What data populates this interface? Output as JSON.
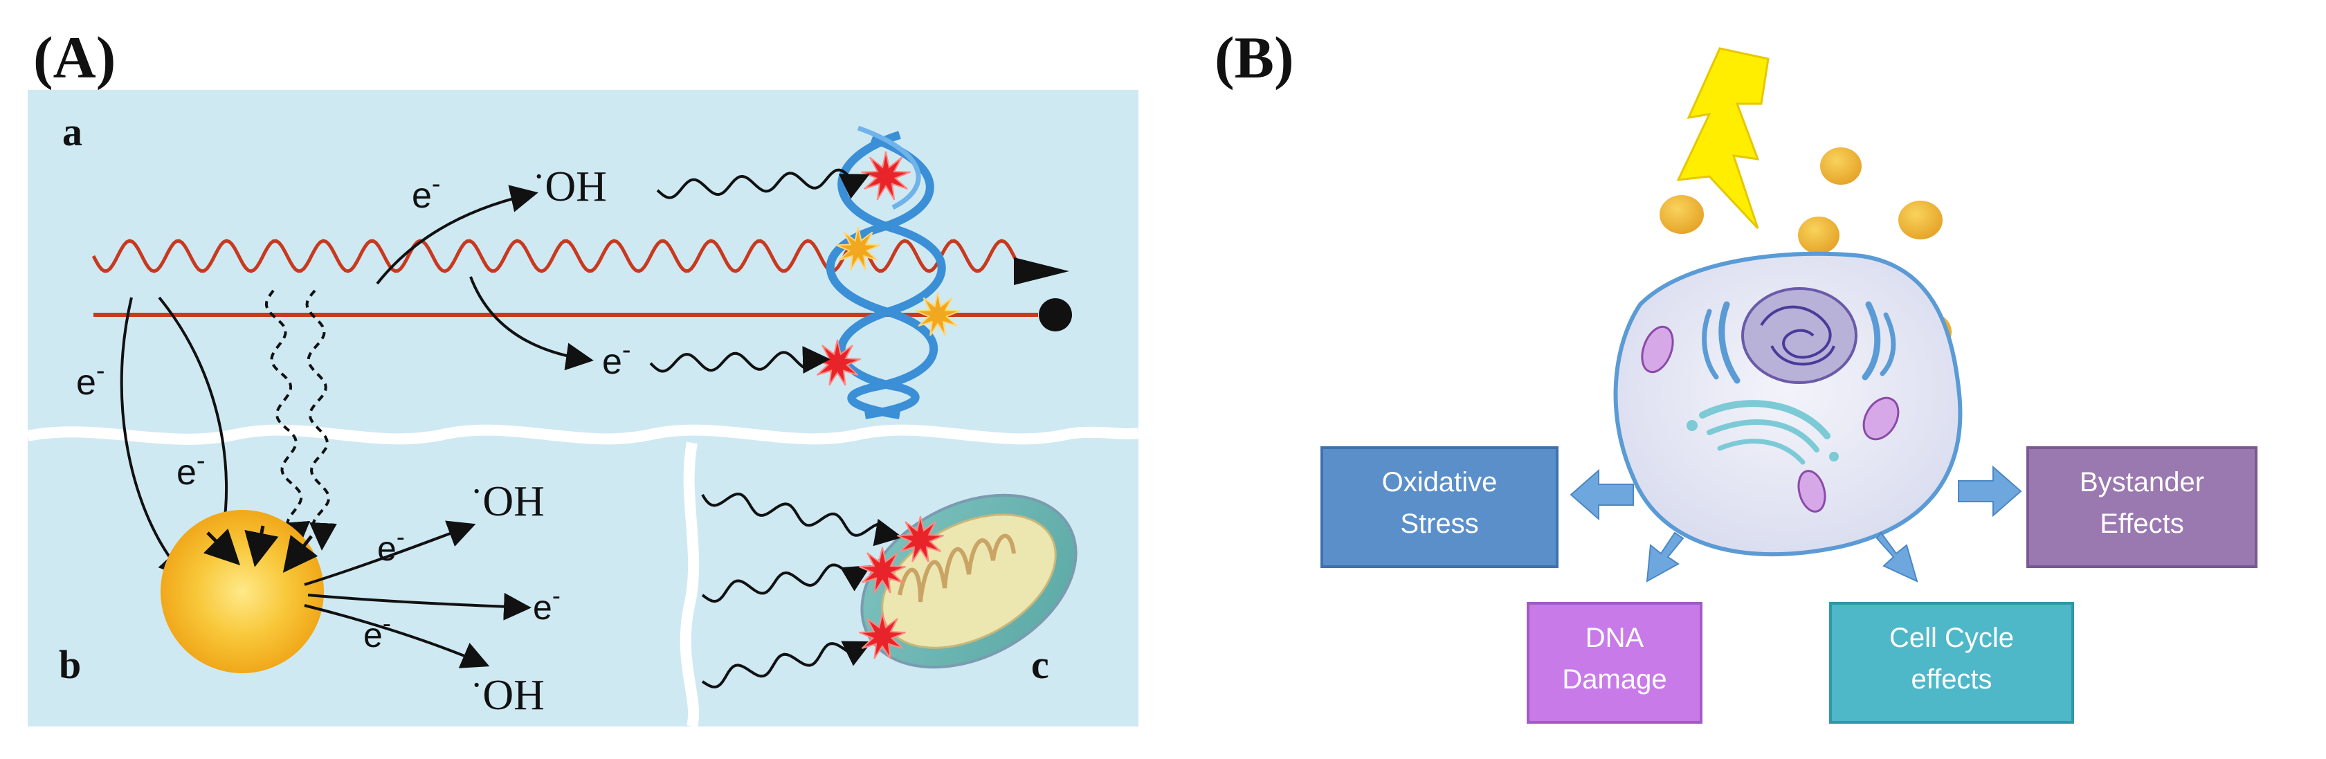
{
  "panels": {
    "A": {
      "letter": "(A)",
      "subpanels": {
        "a": "a",
        "b": "b",
        "c": "c"
      },
      "labels": {
        "e_minus": "e",
        "minus": "-",
        "oh": "OH",
        "radical_dot": "·"
      }
    },
    "B": {
      "letter": "(B)",
      "boxes": {
        "oxidative": {
          "line1": "Oxidative",
          "line2": "Stress"
        },
        "dna": {
          "line1": "DNA",
          "line2": "Damage"
        },
        "cellcycle": {
          "line1": "Cell Cycle",
          "line2": "effects"
        },
        "bystander": {
          "line1": "Bystander",
          "line2": "Effects"
        }
      }
    }
  },
  "colors": {
    "water_bg": "#cfe9f3",
    "photon_wave": "#c8391e",
    "particle_track": "#c8391e",
    "nanoparticle": "#f4b41c",
    "dna_strand": "#3a8fd6",
    "damage_star": "#e8242a",
    "lightning": "#ffee00",
    "cell_membrane": "#5b9bd5",
    "oxidative_box": "#5b8fc9",
    "dna_box": "#c87be8",
    "cellcycle_box": "#4fb8c8",
    "bystander_box": "#9a78b0"
  }
}
